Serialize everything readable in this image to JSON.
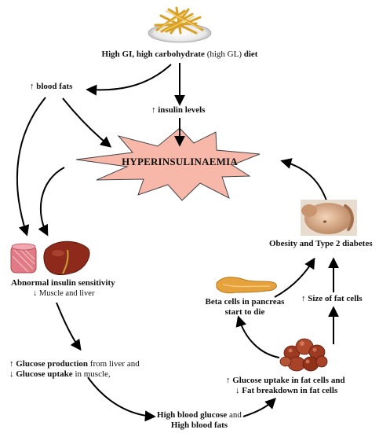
{
  "diet": {
    "bold": "High GI, high carbohydrate",
    "normal": " (high GL) ",
    "bold_end": "diet",
    "icon": "plate-of-fries-icon"
  },
  "blood_fats": "↑ blood fats",
  "insulin_levels": "↑ insulin levels",
  "center": {
    "label": "HYPERINSULINAEMIA",
    "fill": "#f7b8aa",
    "stroke": "#444444"
  },
  "obesity": {
    "label": "Obesity and Type 2 diabetes",
    "icon": "abdomen-photo-icon"
  },
  "insulin_sensitivity": {
    "title": "Abnormal insulin sensitivity",
    "sub": "↓ Muscle and liver",
    "icons": [
      "muscle-tissue-icon",
      "liver-icon"
    ]
  },
  "beta_cells": {
    "line1": "Beta cells in pancreas",
    "line2": "start to die",
    "icon": "pancreas-icon"
  },
  "fat_cells_size": "↑ Size of fat cells",
  "glucose_production": {
    "l1_prefix": "↑ ",
    "l1_bold": "Glucose production",
    "l1_rest": " from liver and",
    "l2_prefix": "↓ ",
    "l2_bold": "Glucose uptake",
    "l2_rest": " in muscle,"
  },
  "fat_uptake": {
    "line1": "↑ Glucose uptake in fat cells and",
    "line2": "↓ Fat breakdown in fat cells",
    "icon": "fat-cells-icon"
  },
  "high_blood": {
    "l1_bold": "High blood glucose",
    "l1_rest": " and",
    "line2": "High blood fats"
  },
  "colors": {
    "arrow": "#000000",
    "liver": "#8e2a1c",
    "muscle": "#e07a84",
    "pancreas": "#e6a23c",
    "fat_cells": "#9c3a22"
  }
}
